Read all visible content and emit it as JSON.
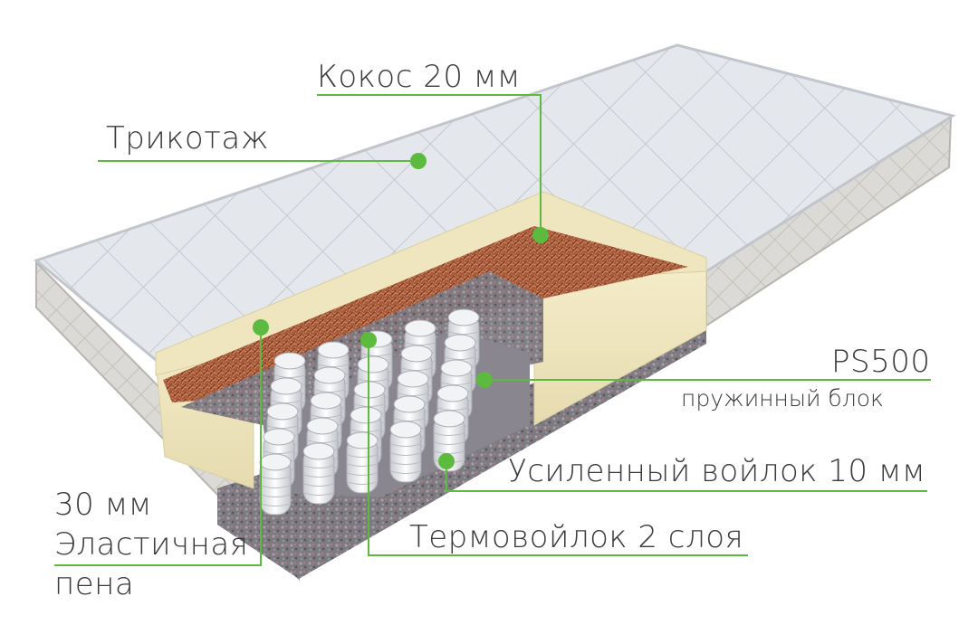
{
  "accent_color": "#5cbb3f",
  "labels": {
    "coconut": "Кокос 20 мм",
    "knit": "Трикотаж",
    "spring_title": "PS500",
    "spring_sub": "пружинный блок",
    "felt": "Усиленный войлок 10 мм",
    "thermo": "Термовойлок 2 слоя",
    "foam_line1": "30 мм",
    "foam_line2": "Эластичная",
    "foam_line3": "пена"
  }
}
